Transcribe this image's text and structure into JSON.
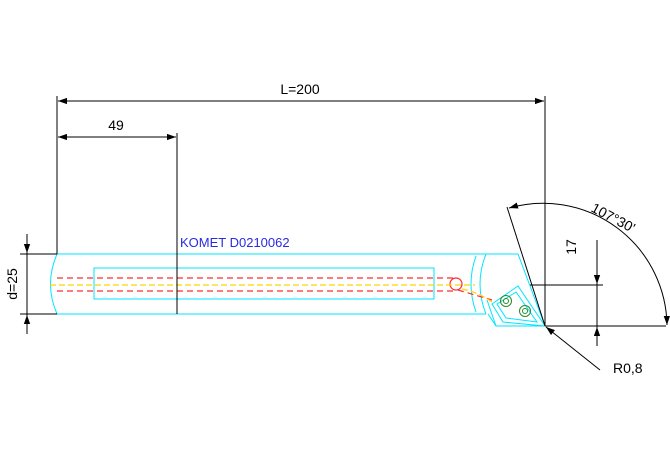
{
  "drawing": {
    "tool_label": "KOMET D0210062",
    "dimensions": {
      "length": "L=200",
      "shank": "49",
      "diameter": "d=25",
      "offset": "17",
      "angle": "107°30'",
      "radius": "R0,8"
    },
    "colors": {
      "outline": "#00e5ff",
      "coolant": "#ff2a2a",
      "axis": "#ffd400",
      "dimension": "#000000",
      "label": "#2a2ae0"
    }
  }
}
